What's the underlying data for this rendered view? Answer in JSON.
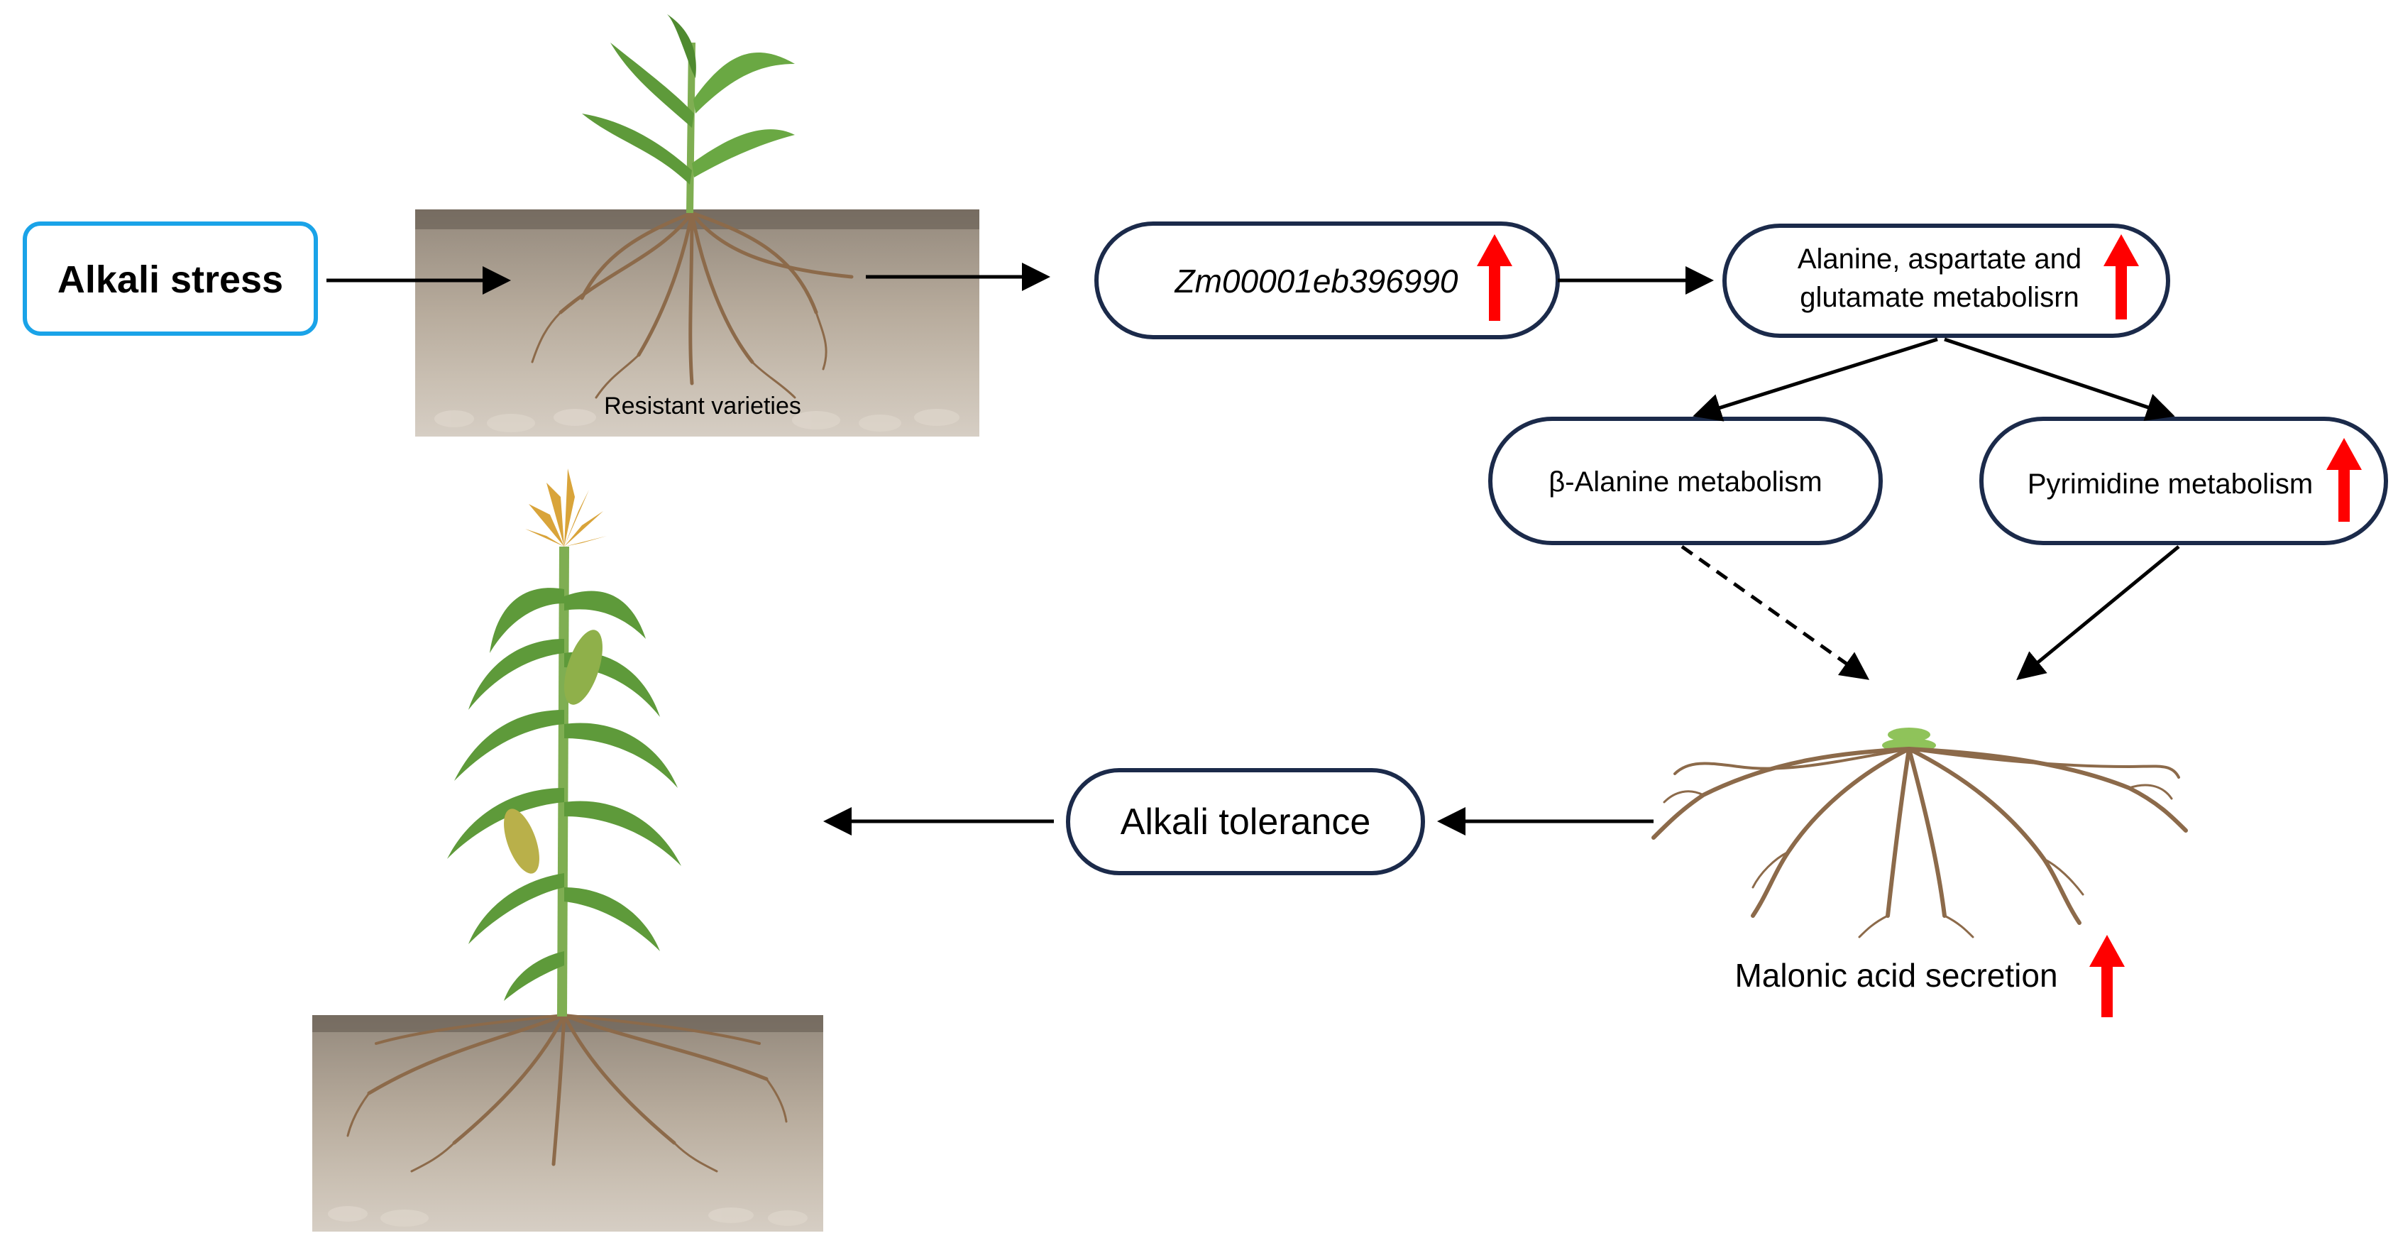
{
  "nodes": {
    "alkali_stress": "Alkali stress",
    "resistant_varieties": "Resistant varieties",
    "gene": "Zm00001eb396990",
    "amino_metabolism_line1": "Alanine, aspartate and",
    "amino_metabolism_line2": "glutamate metabolisrn",
    "beta_alanine": "β-Alanine metabolism",
    "pyrimidine": "Pyrimidine metabolism",
    "malonic_acid": "Malonic acid secretion",
    "alkali_tolerance": "Alkali tolerance"
  },
  "colors": {
    "stress_box_border": "#1aa3e8",
    "node_border": "#1b2a4a",
    "up_arrow": "#ff0000",
    "connector": "#000000",
    "soil_top": "#8a7f73",
    "soil_mid": "#b8ab9b",
    "soil_low": "#cfc6ba",
    "leaf": "#5e9a3a",
    "root": "#8c6a4a",
    "tassel": "#d9a43a"
  },
  "icons": {
    "up_regulation": "red-up-arrow-icon",
    "seedling": "corn-seedling-icon",
    "mature_plant": "corn-plant-icon",
    "root_system": "root-system-icon"
  }
}
